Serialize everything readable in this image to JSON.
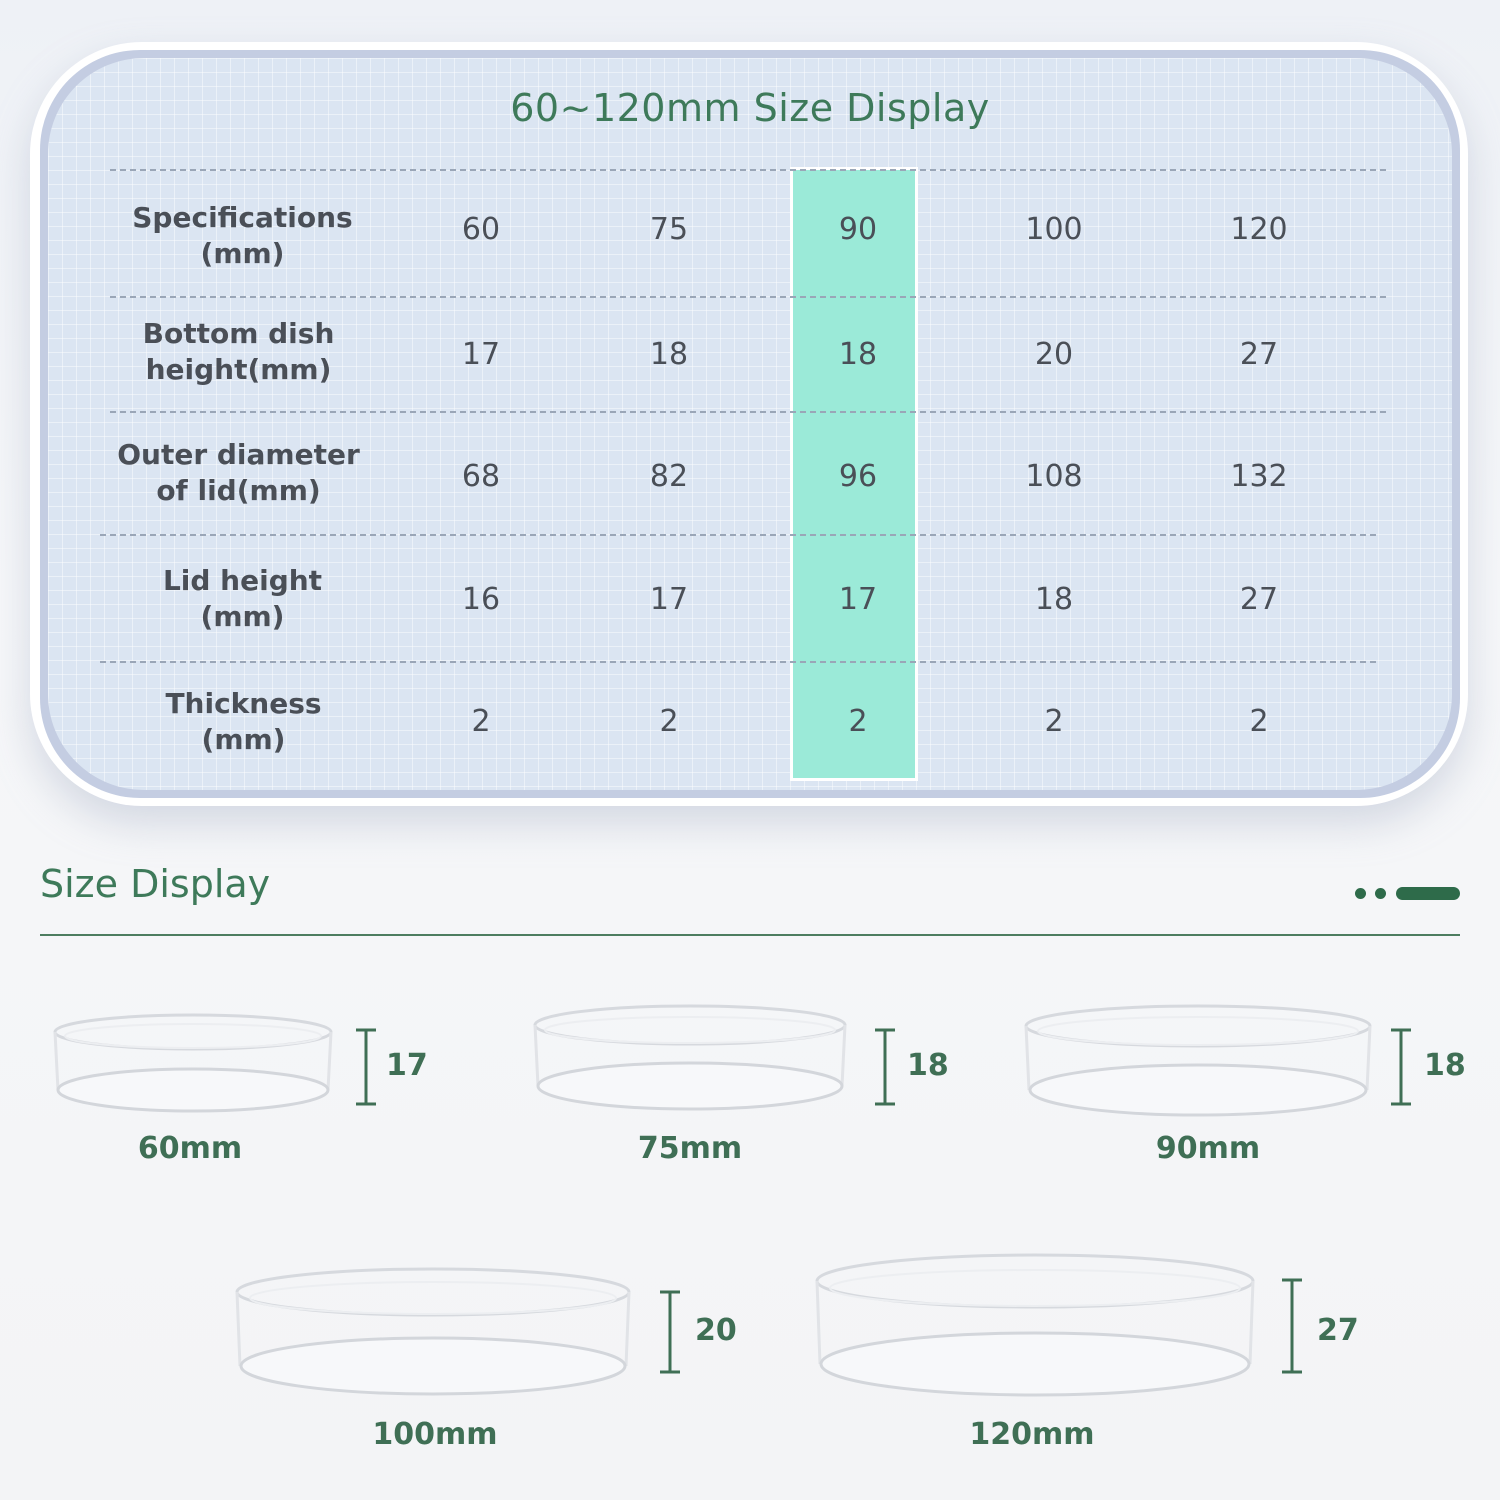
{
  "table": {
    "title": "60~120mm Size Display",
    "highlight_column": 2,
    "rows": [
      {
        "label1": "Specifications",
        "label2": "(mm)",
        "values": [
          "60",
          "75",
          "90",
          "100",
          "120"
        ]
      },
      {
        "label1": "Bottom dish",
        "label2": "height(mm)",
        "values": [
          "17",
          "18",
          "18",
          "20",
          "27"
        ]
      },
      {
        "label1": "Outer diameter",
        "label2": "of lid(mm)",
        "values": [
          "68",
          "82",
          "96",
          "108",
          "132"
        ]
      },
      {
        "label1": "Lid height",
        "label2": "(mm)",
        "values": [
          "16",
          "17",
          "17",
          "18",
          "27"
        ]
      },
      {
        "label1": "Thickness",
        "label2": "(mm)",
        "values": [
          "2",
          "2",
          "2",
          "2",
          "2"
        ]
      }
    ]
  },
  "size_display": {
    "title": "Size Display",
    "accent_color": "#3e7a5a",
    "dishes": [
      {
        "label": "60mm",
        "height": "17"
      },
      {
        "label": "75mm",
        "height": "18"
      },
      {
        "label": "90mm",
        "height": "18"
      },
      {
        "label": "100mm",
        "height": "20"
      },
      {
        "label": "120mm",
        "height": "27"
      }
    ]
  }
}
